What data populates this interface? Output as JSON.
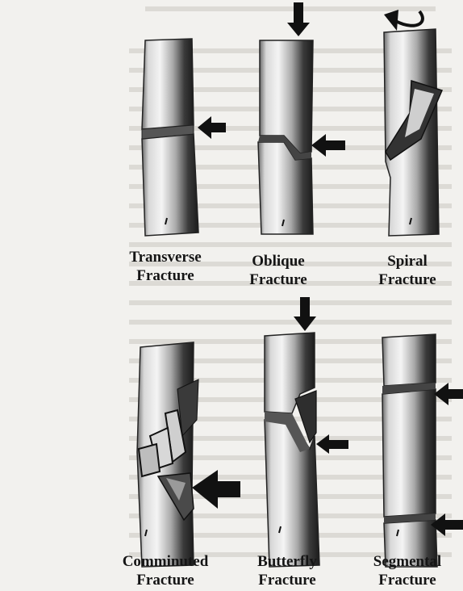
{
  "fractures": [
    {
      "line1": "Transverse",
      "line2": "Fracture"
    },
    {
      "line1": "Oblique",
      "line2": "Fracture"
    },
    {
      "line1": "Spiral",
      "line2": "Fracture"
    },
    {
      "line1": "Comminuted",
      "line2": "Fracture"
    },
    {
      "line1": "Butterfly",
      "line2": "Fracture"
    },
    {
      "line1": "Segmental",
      "line2": "Fracture"
    }
  ]
}
